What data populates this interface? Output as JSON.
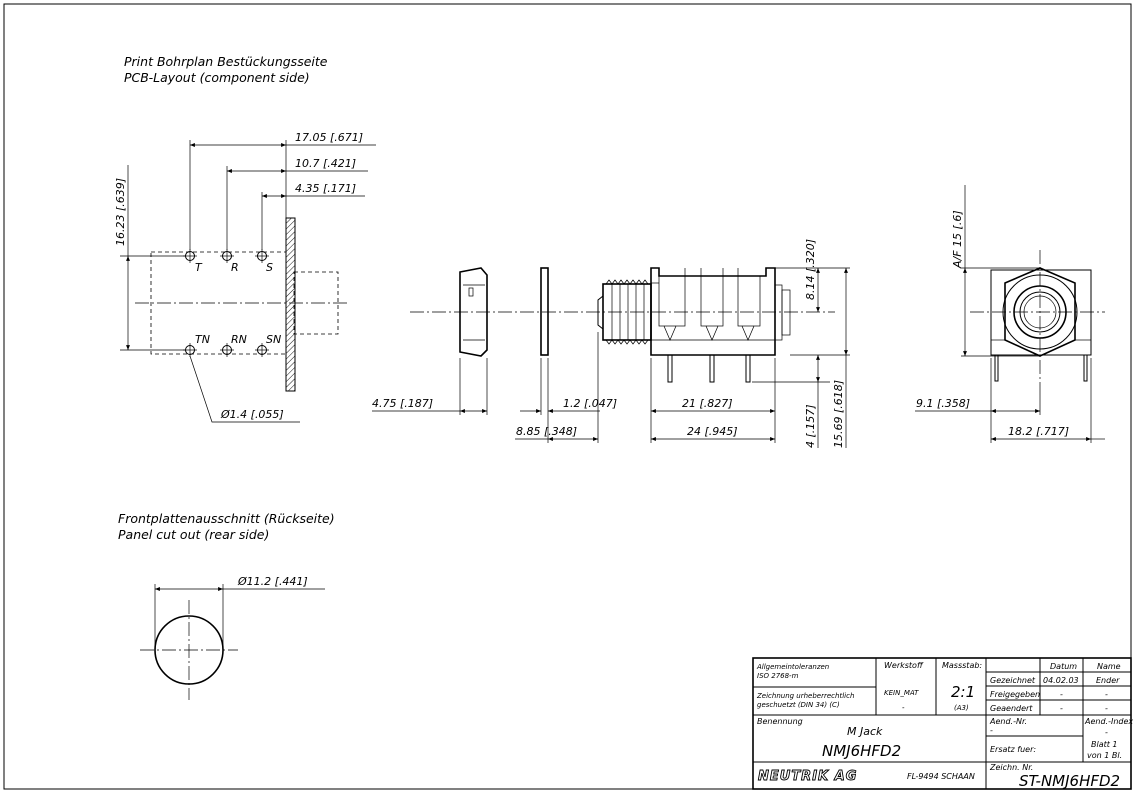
{
  "pcb_layout": {
    "title_de": "Print Bohrplan Bestückungsseite",
    "title_en": "PCB-Layout (component side)",
    "dim_17_05": "17.05 [.671]",
    "dim_10_7": "10.7 [.421]",
    "dim_4_35": "4.35 [.171]",
    "dim_16_23": "16.23 [.639]",
    "hole_dia": "Ø1.4 [.055]",
    "pins_top": [
      "T",
      "R",
      "S"
    ],
    "pins_bottom": [
      "TN",
      "RN",
      "SN"
    ]
  },
  "side_view": {
    "dim_4_75": "4.75 [.187]",
    "dim_1_2": "1.2 [.047]",
    "dim_8_85": "8.85 [.348]",
    "dim_21": "21 [.827]",
    "dim_24": "24 [.945]",
    "dim_8_14": "8.14 [.320]",
    "dim_4": "4 [.157]",
    "dim_15_69": "15.69 [.618]"
  },
  "front_view": {
    "dim_af15": "A/F 15 [.6]",
    "dim_9_1": "9.1 [.358]",
    "dim_18_2": "18.2 [.717]"
  },
  "panel_cutout": {
    "title_de": "Frontplattenausschnitt (Rückseite)",
    "title_en": "Panel cut out (rear side)",
    "dia": "Ø11.2 [.441]"
  },
  "title_block": {
    "tolerances_1": "Allgemeintoleranzen",
    "tolerances_2": "ISO 2768-m",
    "copyright_1": "Zeichnung urheberrechtlich",
    "copyright_2": "geschuetzt (DIN 34) (C)",
    "werkstoff_label": "Werkstoff",
    "werkstoff_value": "KEIN_MAT",
    "werkstoff_dash": "-",
    "massstab_label": "Massstab:",
    "massstab_value": "2:1",
    "format": "(A3)",
    "datum_label": "Datum",
    "name_label": "Name",
    "gezeichnet_label": "Gezeichnet",
    "gezeichnet_date": "04.02.03",
    "gezeichnet_name": "Ender",
    "freigegeben_label": "Freigegeben",
    "freigegeben_date": "-",
    "freigegeben_name": "-",
    "geaendert_label": "Geaendert",
    "geaendert_date": "-",
    "geaendert_name": "-",
    "benennung_label": "Benennung",
    "benennung_1": "M Jack",
    "benennung_2": "NMJ6HFD2",
    "aend_nr_label": "Aend.-Nr.",
    "aend_nr_value": "-",
    "aend_index_label": "Aend.-Index",
    "aend_index_value": "-",
    "ersatz_label": "Ersatz fuer:",
    "blatt_1": "Blatt 1",
    "blatt_2": "von 1 Bl.",
    "company": "NEUTRIK AG",
    "location": "FL-9494 SCHAAN",
    "zeichn_label": "Zeichn. Nr.",
    "zeichn_value": "ST-NMJ6HFD2"
  }
}
